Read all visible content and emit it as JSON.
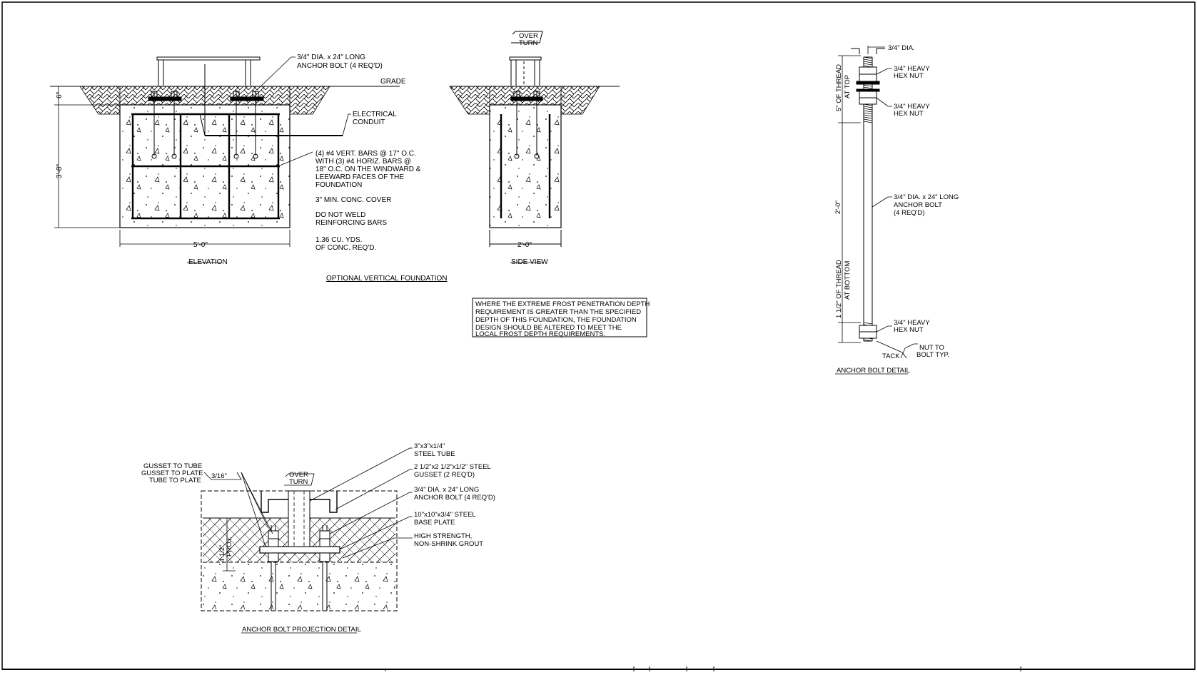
{
  "elevation": {
    "anchor_bolt": [
      "3/4\" DIA. x 24\" LONG",
      "ANCHOR BOLT (4 REQ'D)"
    ],
    "grade": "GRADE",
    "conduit": [
      "ELECTRICAL",
      "CONDUIT"
    ],
    "dim_depth_top": "6\"",
    "dim_depth": "3'-8\"",
    "dim_width": "5'-0\"",
    "title": "ELEVATION"
  },
  "notes": {
    "bars": [
      "(4) #4 VERT. BARS @ 17\" O.C.",
      "WITH (3) #4 HORIZ. BARS @",
      "18\" O.C. ON THE WINDWARD &",
      "LEEWARD FACES OF THE",
      "FOUNDATION"
    ],
    "cover": "3\" MIN. CONC. COVER",
    "weld": [
      "DO NOT WELD",
      "REINFORCING BARS"
    ],
    "volume": [
      "1.36 CU. YDS.",
      "OF CONC. REQ'D."
    ],
    "title": "OPTIONAL VERTICAL FOUNDATION"
  },
  "side_view": {
    "overturn": [
      "OVER",
      "TURN"
    ],
    "dim_width": "2'-0\"",
    "title": "SIDE VIEW"
  },
  "frost_note": [
    "WHERE THE EXTREME FROST PENETRATION DEPTH",
    "REQUIREMENT IS GREATER THAN THE SPECIFIED",
    "DEPTH OF THIS FOUNDATION, THE FOUNDATION",
    "DESIGN SHOULD BE ALTERED  TO MEET THE",
    "LOCAL FROST DEPTH REQUIREMENTS."
  ],
  "bolt_detail": {
    "dia": "3/4\" DIA.",
    "nut_top1": [
      "3/4\" HEAVY",
      "HEX NUT"
    ],
    "nut_top2": [
      "3/4\" HEAVY",
      "HEX NUT"
    ],
    "bolt": [
      "3/4\" DIA. x 24\" LONG",
      "ANCHOR BOLT",
      "(4 REQ'D)"
    ],
    "nut_bottom": [
      "3/4\" HEAVY",
      "HEX NUT"
    ],
    "tack": "TACK",
    "nut_to_bolt": [
      "NUT TO",
      "BOLT TYP."
    ],
    "thread_top": [
      "5\" OF THREAD",
      "AT TOP"
    ],
    "length": "2'-0\"",
    "thread_bottom": [
      "1 1/2\" OF THREAD",
      "AT BOTTOM"
    ],
    "title": "ANCHOR BOLT DETAIL"
  },
  "projection": {
    "weld_labels": [
      "GUSSET TO TUBE",
      "GUSSET TO PLATE",
      "TUBE TO PLATE"
    ],
    "weld_size": "3/16\"",
    "overturn": [
      "OVER",
      "TURN"
    ],
    "tube": [
      "3\"x3\"x1/4\"",
      "STEEL TUBE"
    ],
    "gusset": [
      "2 1/2\"x2 1/2\"x1/2\" STEEL",
      "GUSSET (2 REQ'D)"
    ],
    "bolt": [
      "3/4\" DIA. x 24\" LONG",
      "ANCHOR BOLT (4 REQ'D)"
    ],
    "plate": [
      "10\"x10\"x3/4\" STEEL",
      "BASE PLATE"
    ],
    "grout": [
      "HIGH STRENGTH,",
      "NON-SHRINK GROUT"
    ],
    "proj": [
      "4 1/2\"",
      "PROJ."
    ],
    "title": "ANCHOR BOLT PROJECTION DETAIL"
  }
}
